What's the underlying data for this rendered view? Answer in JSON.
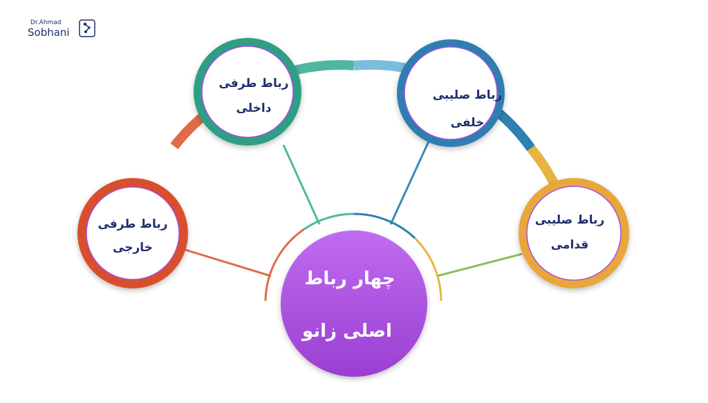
{
  "logo": {
    "line1": "Dr.Ahmad",
    "line2": "Sobhani"
  },
  "center": {
    "line1": "چهار رباط",
    "line2": "اصلی زانو"
  },
  "nodes": [
    {
      "id": "lateral",
      "line1": "رباط طرفی",
      "line2": "خارجی",
      "color": "#d9502e"
    },
    {
      "id": "medial",
      "line1": "رباط طرفی",
      "line2": "داخلی",
      "color": "#2f9f84"
    },
    {
      "id": "posterior",
      "line1": "رباط صلیبی",
      "line2": "خلفی",
      "color": "#2f7fb0"
    },
    {
      "id": "anterior",
      "line1": "رباط صلیبی",
      "line2": "قدامی",
      "color": "#e8a73a"
    }
  ],
  "colors": {
    "text": "#1f2f6b",
    "center_fill": "#a84fe0",
    "node_border": "#a84fe0",
    "connector_lateral": "#e06a4a",
    "connector_medial": "#4fb7a0",
    "connector_posterior": "#3a8ab8",
    "connector_anterior": "#8bbd55"
  }
}
